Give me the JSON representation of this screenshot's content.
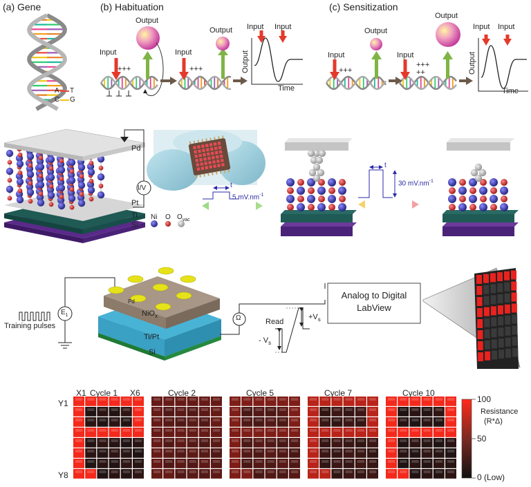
{
  "panels": {
    "gene": {
      "title": "(a)  Gene",
      "base_pairs": [
        "A",
        "T",
        "C",
        "G"
      ]
    },
    "habituation": {
      "title": "(b)  Habituation",
      "input": "Input",
      "output": "Output",
      "charges": "+++",
      "graph_input_1": "Input",
      "graph_input_2": "Input",
      "graph_y": "Output",
      "graph_x": "Time"
    },
    "sensitization": {
      "title": "(c)  Sensitization",
      "input": "Input",
      "output": "Output",
      "charges_1": "+++",
      "charges_2a": "+++",
      "charges_2b": "++",
      "graph_input_1": "Input",
      "graph_input_2": "Input",
      "graph_y": "Output",
      "graph_x": "Time"
    }
  },
  "device": {
    "pd": "Pd",
    "pt": "Pt",
    "ti": "Ti",
    "si": "Si",
    "iv": "I/V",
    "legend_ni": "Ni",
    "legend_o": "O",
    "legend_ovac": "O",
    "legend_ovac_sub": "vac",
    "pulse_t_1": "t",
    "pulse_amp_1": "5 mV.nm",
    "pulse_amp_1_sup": "-1",
    "pulse_t_2": "t",
    "pulse_amp_2": "30 mV.nm",
    "pulse_amp_2_sup": "-1"
  },
  "circuit": {
    "training": "Training pulses",
    "e1": "E",
    "e1_sub": "1",
    "ohm": "Ω",
    "pd": "Pd",
    "niox": "NiO",
    "niox_sub": "x",
    "tipt": "Ti/Pt",
    "si": "Si",
    "read": "Read",
    "plus_vs": "+V",
    "plus_vs_sub": "s",
    "minus_vs": "- V",
    "minus_vs_sub": "s",
    "adc_line1": "Analog to Digital",
    "adc_line2": "LabView"
  },
  "matrix": {
    "x1": "X1",
    "x6": "X6",
    "y1": "Y1",
    "y8": "Y8",
    "cycles": [
      "Cycle 1",
      "Cycle 2",
      "Cycle 5",
      "Cycle 7",
      "Cycle 10"
    ],
    "colorbar_title_1": "Resistance",
    "colorbar_title_2": "(R*Δ)",
    "colorbar_max": "100",
    "colorbar_mid": "50",
    "colorbar_min": "0 (Low)",
    "pattern": [
      [
        1,
        1,
        1,
        1,
        1,
        1
      ],
      [
        1,
        0,
        0,
        0,
        0,
        1
      ],
      [
        1,
        0,
        0,
        0,
        0,
        1
      ],
      [
        1,
        1,
        1,
        1,
        1,
        1
      ],
      [
        1,
        0,
        0,
        0,
        0,
        0
      ],
      [
        1,
        0,
        0,
        0,
        0,
        0
      ],
      [
        1,
        0,
        0,
        0,
        0,
        0
      ],
      [
        1,
        1,
        0,
        0,
        0,
        0
      ]
    ],
    "intensity_on": [
      0.95,
      0.35,
      0.45,
      0.7,
      0.95
    ],
    "intensity_off": [
      0.05,
      0.25,
      0.22,
      0.12,
      0.05
    ]
  },
  "colors": {
    "red": "#e8231f",
    "arrow_red": "#e43a2c",
    "arrow_green": "#7fb446",
    "brown_arrow": "#6b5a4a",
    "ni": "#2e2e9e",
    "o": "#d21f1f",
    "ovac": "#b5b5b5",
    "layer_teal": "#1f5a55",
    "layer_purple": "#5a2a8a",
    "layer_gray": "#d6d6d6",
    "niox": "#9c8c80",
    "tipt": "#49b3d6",
    "si_green": "#2e9a4a",
    "pad_yellow": "#e6e21a"
  }
}
